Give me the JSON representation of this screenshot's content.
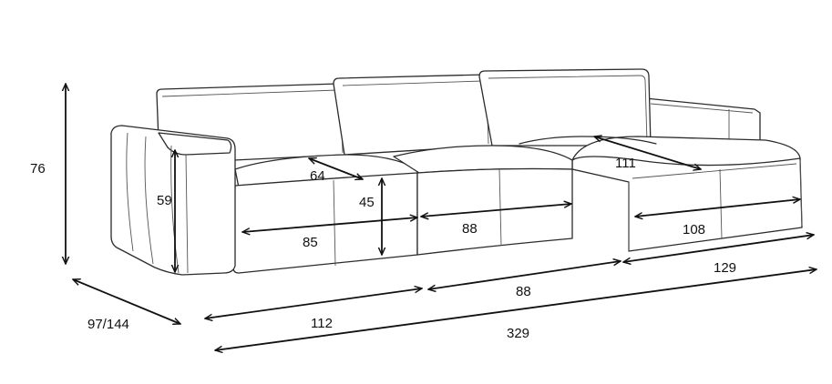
{
  "dimensions": {
    "height_total": "76",
    "depth": "97/144",
    "seat_height": "45",
    "armrest_height": "59",
    "seat_depth": "64",
    "chaise_seat_depth": "111",
    "seat_width_left": "85",
    "seat_width_middle": "88",
    "seat_width_chaise": "108",
    "module_left": "112",
    "module_middle": "88",
    "module_chaise": "129",
    "total_width": "329"
  },
  "colors": {
    "line": "#2b2b2b",
    "dimension": "#111111",
    "background": "#ffffff"
  }
}
